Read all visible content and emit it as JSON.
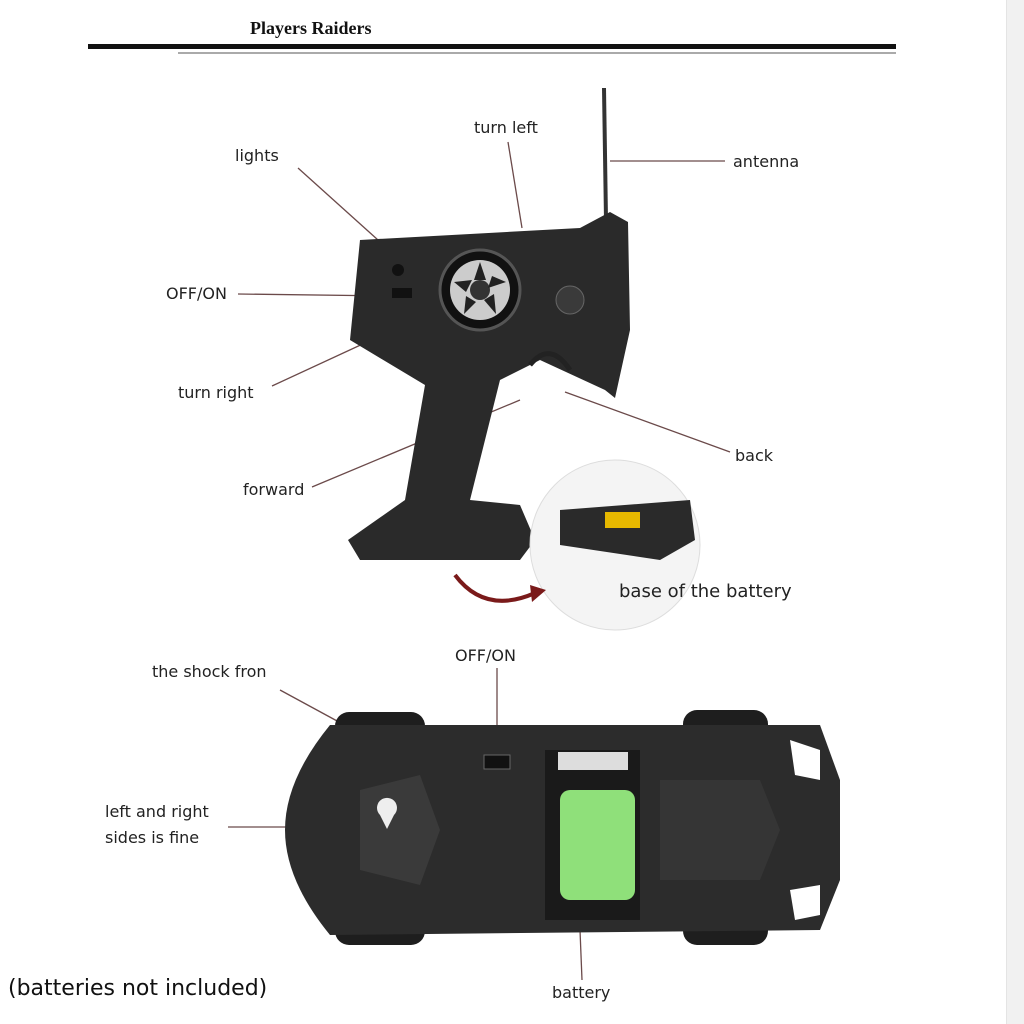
{
  "header": {
    "title": "Players Raiders"
  },
  "remote_labels": {
    "turn_left": "turn left",
    "lights": "lights",
    "antenna": "antenna",
    "off_on": "OFF/ON",
    "turn_right": "turn right",
    "back": "back",
    "forward": "forward",
    "battery_base": "base of the battery"
  },
  "car_labels": {
    "shock": "the shock fron",
    "off_on": "OFF/ON",
    "sides_line1": "left and right",
    "sides_line2": "sides is fine",
    "battery": "battery"
  },
  "footer": {
    "note": "(batteries not included)"
  },
  "colors": {
    "device": "#2a2a2a",
    "battery_pack": "#8fe07a",
    "arrow": "#7a1a1a"
  }
}
